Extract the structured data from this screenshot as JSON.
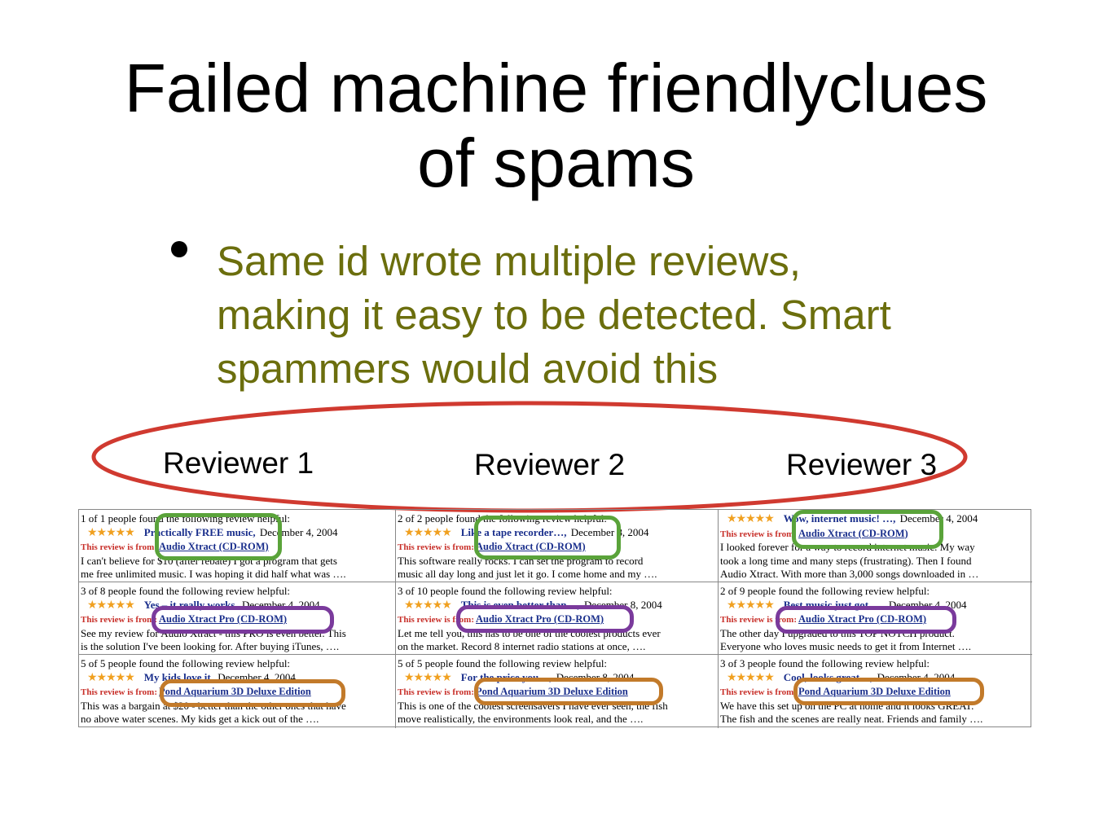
{
  "slide": {
    "title_line1": "Failed machine friendlyclues",
    "title_line2": "of spams",
    "bullet": {
      "line1": "Same id wrote multiple reviews,",
      "line2": "making it easy to be detected. Smart",
      "line3": "spammers would avoid this"
    },
    "reviewer_labels": [
      "Reviewer 1",
      "Reviewer 2",
      "Reviewer 3"
    ],
    "colors": {
      "bullet_text": "#6b6e0d",
      "ellipse": "#d03a30",
      "group_green": "#5aa33a",
      "group_purple": "#7a3a9c",
      "group_orange": "#c27a2a"
    }
  },
  "reviews": {
    "from_label": "This review is from:",
    "stars": "★★★★★",
    "r1": {
      "helpful": "1 of 1 people found the following review helpful:",
      "title": "Practically FREE music,",
      "date": "December 4, 2004",
      "product": "Audio Xtract (CD-ROM)",
      "body1": "I can't believe for $10 (after rebate) I got a program that gets",
      "body2": "me free unlimited music. I was hoping it did half what was …."
    },
    "r2": {
      "helpful": "2 of 2 people found the following review helpful:",
      "title": "Like a tape recorder…,",
      "date": "December 8, 2004",
      "product": "Audio Xtract (CD-ROM)",
      "body1": "This software really rocks. I can set the program to record",
      "body2": "music all day long and just let it go. I come home and my …."
    },
    "r3": {
      "helpful": "",
      "title": "Wow, internet music! …,",
      "date": "December 4, 2004",
      "product": "Audio Xtract (CD-ROM)",
      "body1": "I looked forever for a way to record internet music. My way",
      "body2": "took a long time and many steps (frustrating). Then I found",
      "body3": "Audio Xtract. With more than 3,000 songs downloaded in …"
    },
    "r4": {
      "helpful": "3 of 8 people found the following review helpful:",
      "title": "Yes – it really works,",
      "date": "December 4, 2004",
      "product": "Audio Xtract Pro (CD-ROM)",
      "body1": "See my review for Audio Xtract - this PRO is even better. This",
      "body2": "is the solution I've been looking for. After buying iTunes, …."
    },
    "r5": {
      "helpful": "3 of 10 people found the following review helpful:",
      "title": "This is even better than…,",
      "date": "December 8, 2004",
      "product": "Audio Xtract Pro (CD-ROM)",
      "body1": "Let me tell you, this has to be one of the coolest products ever",
      "body2": "on the market. Record 8 internet radio stations at once, …."
    },
    "r6": {
      "helpful": "2 of 9 people found the following review helpful:",
      "title": "Best music just got …,",
      "date": "December 4, 2004",
      "product": "Audio Xtract Pro (CD-ROM)",
      "body1": "The other day I upgraded to this TOP NOTCH product.",
      "body2": "Everyone who loves music needs to get it from Internet …."
    },
    "r7": {
      "helpful": "5 of 5 people found the following review helpful:",
      "title": "My kids love it,",
      "date": "December 4, 2004",
      "product": "Pond Aquarium 3D Deluxe Edition",
      "body1": "This was a bargain at $20 - better than the other ones that have",
      "body2": "no above water scenes. My kids get a kick out of the …."
    },
    "r8": {
      "helpful": "5 of 5 people found the following review helpful:",
      "title": "For the price you…,",
      "date": "December 8, 2004",
      "product": "Pond Aquarium 3D Deluxe Edition",
      "body1": "This is one of the coolest screensavers I have ever seen, the fish",
      "body2": "move realistically, the environments look real, and the …."
    },
    "r9": {
      "helpful": "3 of 3 people found the following review helpful:",
      "title": "Cool, looks great…,",
      "date": "December 4, 2004",
      "product": "Pond Aquarium 3D Deluxe Edition",
      "body1": "We have this set up on the PC at home and it looks GREAT.",
      "body2": "The fish and the scenes are really neat. Friends and family …."
    }
  }
}
